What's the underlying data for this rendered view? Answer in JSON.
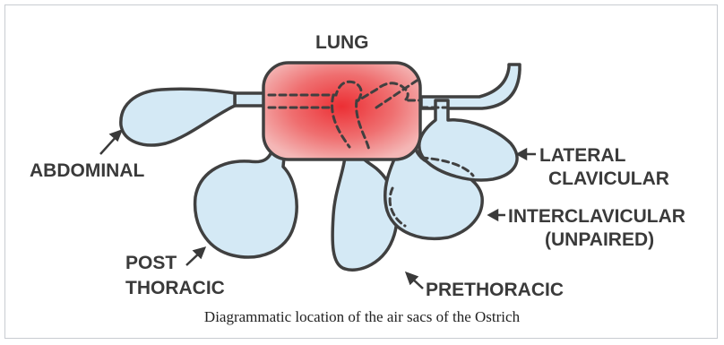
{
  "figure": {
    "labels": {
      "lung": "LUNG",
      "abdominal": "ABDOMINAL",
      "post_thoracic_1": "POST",
      "post_thoracic_2": "THORACIC",
      "prethoracic": "PRETHORACIC",
      "lateral_clavicular_1": "LATERAL",
      "lateral_clavicular_2": "CLAVICULAR",
      "interclavicular_1": "INTERCLAVICULAR",
      "interclavicular_2": "(UNPAIRED)"
    },
    "caption": "Diagrammatic location of the air sacs of the Ostrich",
    "colors": {
      "sac_fill": "#d4e9f5",
      "outline": "#404040",
      "lung_center": "#ee3a3a",
      "lung_edge": "#f3b3b3",
      "text": "#3a3a3a"
    }
  }
}
